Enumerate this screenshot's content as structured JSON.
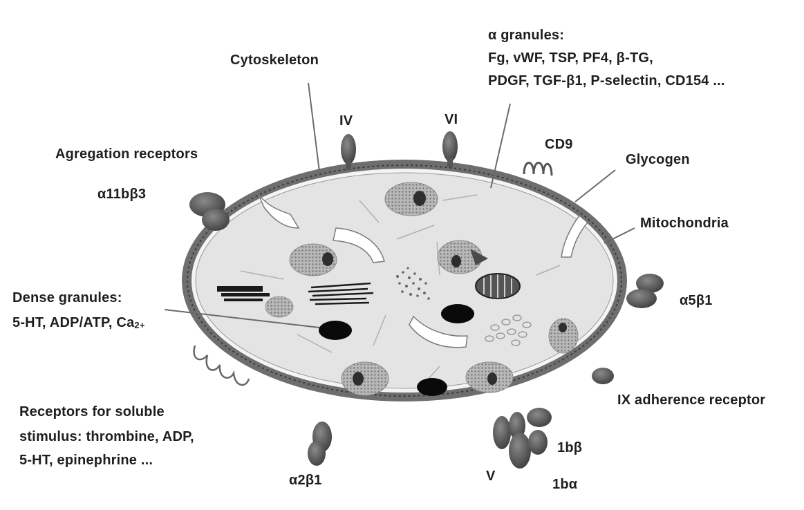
{
  "labels": {
    "cytoskeleton": "Cytoskeleton",
    "alpha_granules_title": "α granules:",
    "alpha_granules_line1": "Fg, vWF, TSP, PF4, β-TG,",
    "alpha_granules_line2": "PDGF, TGF-β1, P-selectin, CD154 ...",
    "receptor_iv": "IV",
    "receptor_vi": "VI",
    "cd9": "CD9",
    "glycogen": "Glycogen",
    "aggregation_receptors": "Agregation receptors",
    "alpha11b_beta3": "α11bβ3",
    "mitochondria": "Mitochondria",
    "dense_granules_title": "Dense granules:",
    "dense_granules_contents": "5-HT, ADP/ATP, Ca",
    "dense_granules_sub": "2+",
    "alpha5_beta1": "α5β1",
    "ix_adherence_receptor": "IX adherence receptor",
    "soluble_line1": "Receptors for soluble",
    "soluble_line2": "stimulus: thrombine, ADP,",
    "soluble_line3": "5-HT, epinephrine ...",
    "alpha2_beta1": "α2β1",
    "receptor_v": "V",
    "gp1b_beta": "1bβ",
    "gp1b_alpha": "1bα"
  },
  "colors": {
    "background": "#ffffff",
    "cytoplasm": "#e6e6e6",
    "membrane": "#707070",
    "receptor": "#5a5a5a",
    "granule_outer": "#a0a0a0",
    "granule_core": "#303030",
    "dense_granule": "#0a0a0a",
    "leader_line": "#6a6a6a"
  }
}
